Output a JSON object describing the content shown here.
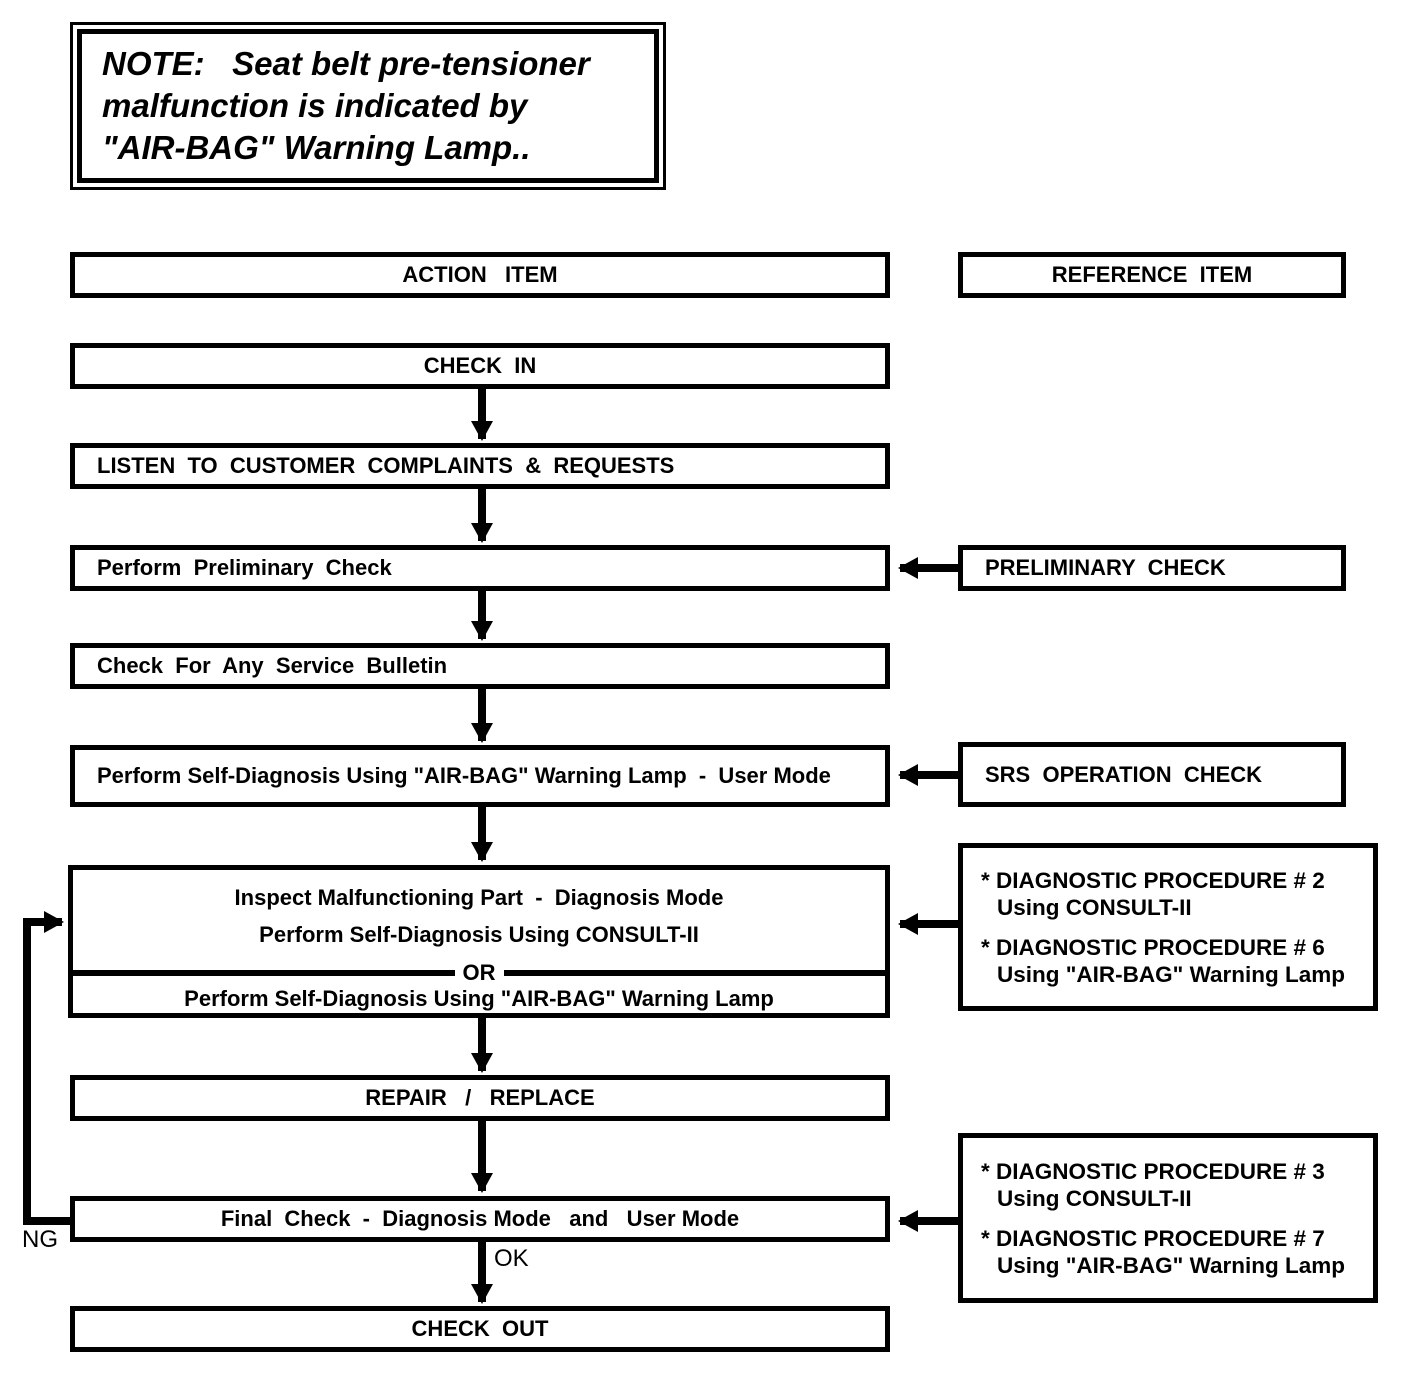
{
  "note": {
    "text": "NOTE:   Seat belt pre-tensioner\nmalfunction is indicated by\n\"AIR-BAG\" Warning Lamp.."
  },
  "headers": {
    "action_item": "ACTION   ITEM",
    "reference_item": "REFERENCE  ITEM"
  },
  "flow": {
    "check_in": "CHECK  IN",
    "listen": "LISTEN  TO  CUSTOMER  COMPLAINTS  &  REQUESTS",
    "preliminary_check": "Perform  Preliminary  Check",
    "service_bulletin": "Check  For  Any  Service  Bulletin",
    "self_diagnosis_user_mode": "Perform Self-Diagnosis Using \"AIR-BAG\" Warning Lamp  -  User Mode",
    "inspect_malfunctioning_part": "Inspect Malfunctioning Part  -  Diagnosis Mode",
    "self_diagnosis_consult": "Perform Self-Diagnosis Using CONSULT-II",
    "or_label": "OR",
    "self_diagnosis_lamp": "Perform Self-Diagnosis Using \"AIR-BAG\" Warning Lamp",
    "repair_replace": "REPAIR   /   REPLACE",
    "final_check": "Final  Check  -  Diagnosis Mode   and   User Mode",
    "check_out": "CHECK  OUT"
  },
  "references": {
    "preliminary_check": "PRELIMINARY  CHECK",
    "srs_operation_check": "SRS  OPERATION  CHECK",
    "diagnostic_2_6": {
      "entries": [
        {
          "title": "* DIAGNOSTIC PROCEDURE # 2",
          "sub": "Using CONSULT-II"
        },
        {
          "title": "* DIAGNOSTIC PROCEDURE # 6",
          "sub": "Using \"AIR-BAG\" Warning Lamp"
        }
      ]
    },
    "diagnostic_3_7": {
      "entries": [
        {
          "title": "* DIAGNOSTIC PROCEDURE # 3",
          "sub": "Using CONSULT-II"
        },
        {
          "title": "* DIAGNOSTIC PROCEDURE # 7",
          "sub": "Using \"AIR-BAG\" Warning Lamp"
        }
      ]
    }
  },
  "edge_labels": {
    "ng": "NG",
    "ok": "OK"
  },
  "colors": {
    "ink": "#000000",
    "background": "#ffffff"
  }
}
